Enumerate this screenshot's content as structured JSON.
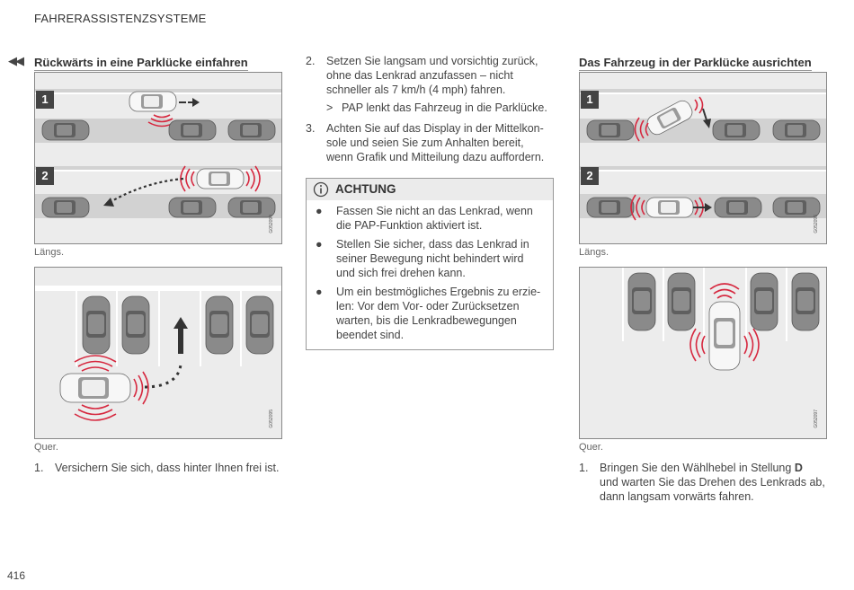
{
  "header": {
    "title": "FAHRERASSISTENZSYSTEME"
  },
  "nav": {
    "back_icon": "double-left-arrow-icon"
  },
  "left": {
    "section_title": "Rückwärts in eine Parklücke einfahren",
    "fig1": {
      "badge1": "1",
      "badge2": "2",
      "code": "G052094"
    },
    "caption1": "Längs.",
    "fig2": {
      "code": "G052095"
    },
    "caption2": "Quer.",
    "step1": {
      "num": "1.",
      "text": "Versichern Sie sich, dass hinter Ihnen frei ist."
    }
  },
  "middle": {
    "step2": {
      "num": "2.",
      "lines": [
        "Setzen Sie langsam und vorsichtig zurück,",
        "ohne das Lenkrad anzufassen – nicht",
        "schneller als 7 km/h (4 mph) fahren."
      ]
    },
    "result": {
      "marker": ">",
      "text": "PAP lenkt das Fahrzeug in die Parklücke."
    },
    "step3": {
      "num": "3.",
      "lines": [
        "Achten Sie auf das Display in der Mittelkon-",
        "sole und seien Sie zum Anhalten bereit,",
        "wenn Grafik und Mitteilung dazu auffordern."
      ]
    },
    "warning": {
      "icon": "info-icon",
      "title": "ACHTUNG",
      "bullets": [
        [
          "Fassen Sie nicht an das Lenkrad, wenn",
          "die PAP-Funktion aktiviert ist."
        ],
        [
          "Stellen Sie sicher, dass das Lenkrad in",
          "seiner Bewegung nicht behindert wird",
          "und sich frei drehen kann."
        ],
        [
          "Um ein bestmögliches Ergebnis zu erzie-",
          "len: Vor dem Vor- oder Zurücksetzen",
          "warten, bis die Lenkradbewegungen",
          "beendet sind."
        ]
      ]
    }
  },
  "right": {
    "section_title": "Das Fahrzeug in der Parklücke ausrichten",
    "fig1": {
      "badge1": "1",
      "badge2": "2",
      "code": "G052096"
    },
    "caption1": "Längs.",
    "fig2": {
      "code": "G052097"
    },
    "caption2": "Quer.",
    "step1": {
      "num": "1.",
      "text_before": "Bringen Sie den Wählhebel in Stellung ",
      "text_bold": "D",
      "line2": "und warten Sie das Drehen des Lenkrads ab,",
      "line3": "dann langsam vorwärts fahren."
    }
  },
  "page_number": "416"
}
